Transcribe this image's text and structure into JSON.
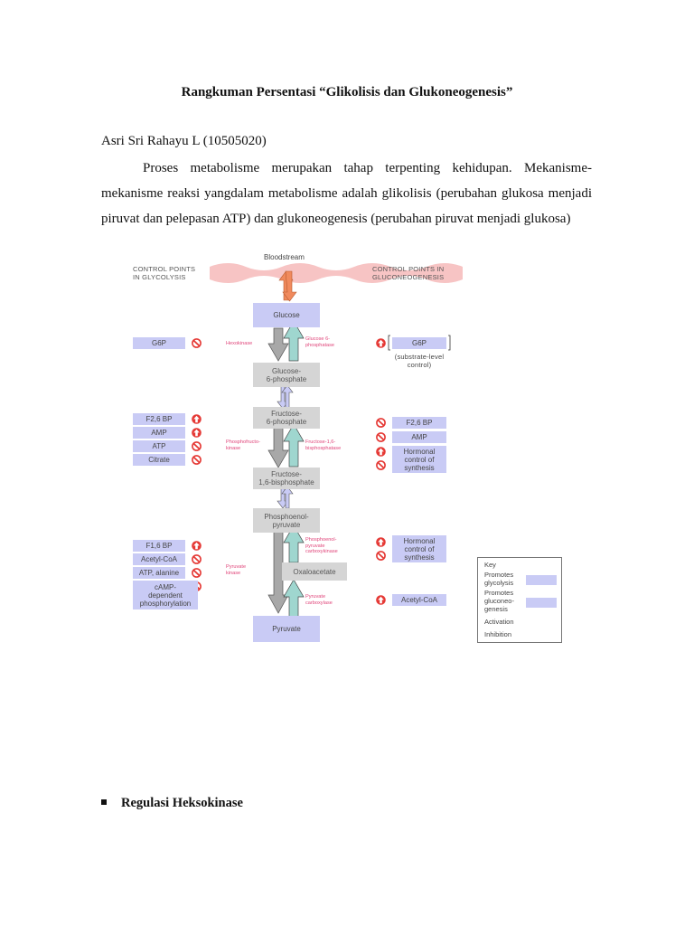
{
  "document": {
    "title": "Rangkuman Persentasi “Glikolisis dan Glukoneogenesis”",
    "author": "Asri Sri Rahayu L (10505020)",
    "paragraph": "Proses metabolisme merupakan tahap terpenting kehidupan. Mekanisme-mekanisme reaksi yangdalam metabolisme adalah glikolisis (perubahan glukosa menjadi piruvat dan pelepasan ATP) dan glukoneogenesis (perubahan piruvat menjadi glukosa)",
    "bullet": "Regulasi Heksokinase"
  },
  "diagram": {
    "bloodstream": "Bloodstream",
    "left_header": [
      "CONTROL POINTS",
      "IN GLYCOLYSIS"
    ],
    "right_header": [
      "CONTROL POINTS IN",
      "GLUCONEOGENESIS"
    ],
    "metabolites": {
      "glucose": "Glucose",
      "g6p": [
        "Glucose-",
        "6-phosphate"
      ],
      "f6p": [
        "Fructose-",
        "6-phosphate"
      ],
      "f16bp": [
        "Fructose-",
        "1,6-bisphosphate"
      ],
      "pep": [
        "Phosphoenol-",
        "pyruvate"
      ],
      "oaa": "Oxaloacetate",
      "pyruvate": "Pyruvate"
    },
    "enzymes": {
      "hexokinase": "Hexokinase",
      "g6pase": [
        "Glucose 6-",
        "phosphatase"
      ],
      "pfk": [
        "Phosphofructo-",
        "kinase"
      ],
      "fbpase": [
        "Fructose-1,6-",
        "bisphosphatase"
      ],
      "pepck": [
        "Phosphoenol-",
        "pyruvate",
        "carboxykinase"
      ],
      "pk": [
        "Pyruvate",
        "kinase"
      ],
      "pc": [
        "Pyruvate",
        "carboxylase"
      ]
    },
    "left_regulators": {
      "g6p": "G6P",
      "f26bp": "F2,6 BP",
      "amp": "AMP",
      "atp": "ATP",
      "citrate": "Citrate",
      "f16bp": "F1,6 BP",
      "acetylcoa": "Acetyl-CoA",
      "atp_alanine": "ATP, alanine",
      "camp": [
        "cAMP-",
        "dependent",
        "phosphorylation"
      ]
    },
    "right_regulators": {
      "g6p": "G6P",
      "substrate": [
        "(substrate-level",
        "control)"
      ],
      "f26bp": "F2,6 BP",
      "amp": "AMP",
      "hormonal1": [
        "Hormonal",
        "control of",
        "synthesis"
      ],
      "hormonal2": [
        "Hormonal",
        "control of",
        "synthesis"
      ],
      "acetylcoa": "Acetyl-CoA"
    },
    "key": {
      "title": "Key",
      "promotes_glycolysis": [
        "Promotes",
        "glycolysis"
      ],
      "promotes_gluconeogenesis": [
        "Promotes",
        "gluconeo-",
        "genesis"
      ],
      "activation": "Activation",
      "inhibition": "Inhibition"
    },
    "colors": {
      "glycolysis": "#c9cbf5",
      "metabolite": "#d5d5d5",
      "enzyme_text": "#e0457a",
      "activation": "#e53935",
      "inhibition": "#e53935",
      "down_arrow": "#a8a8a8",
      "up_arrow": "#9fd6cf",
      "transport": "#f08a5d",
      "bloodstream": "#f7c4c4"
    }
  }
}
